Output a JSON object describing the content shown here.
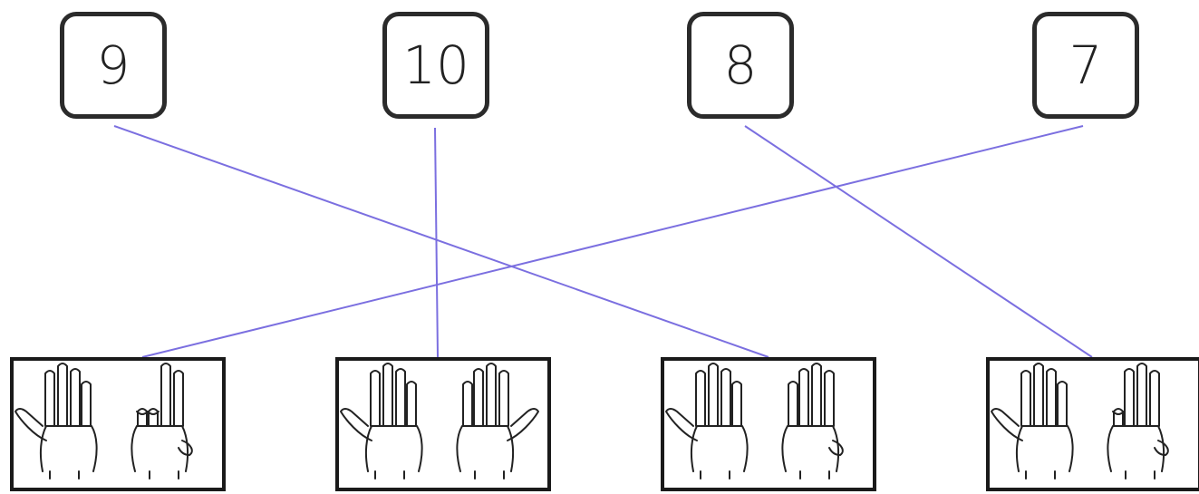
{
  "numbers": [
    {
      "label": "9"
    },
    {
      "label": "10"
    },
    {
      "label": "8"
    },
    {
      "label": "7"
    }
  ],
  "hand_cards": [
    {
      "fingers_shown": 7
    },
    {
      "fingers_shown": 10
    },
    {
      "fingers_shown": 9
    },
    {
      "fingers_shown": 8
    }
  ],
  "matches": [
    {
      "number": "9",
      "hand_card": 3
    },
    {
      "number": "10",
      "hand_card": 2
    },
    {
      "number": "8",
      "hand_card": 4
    },
    {
      "number": "7",
      "hand_card": 1
    }
  ],
  "colors": {
    "line": "#7b6fe0",
    "ink": "#222222"
  },
  "icons": [
    "hand-icon"
  ]
}
